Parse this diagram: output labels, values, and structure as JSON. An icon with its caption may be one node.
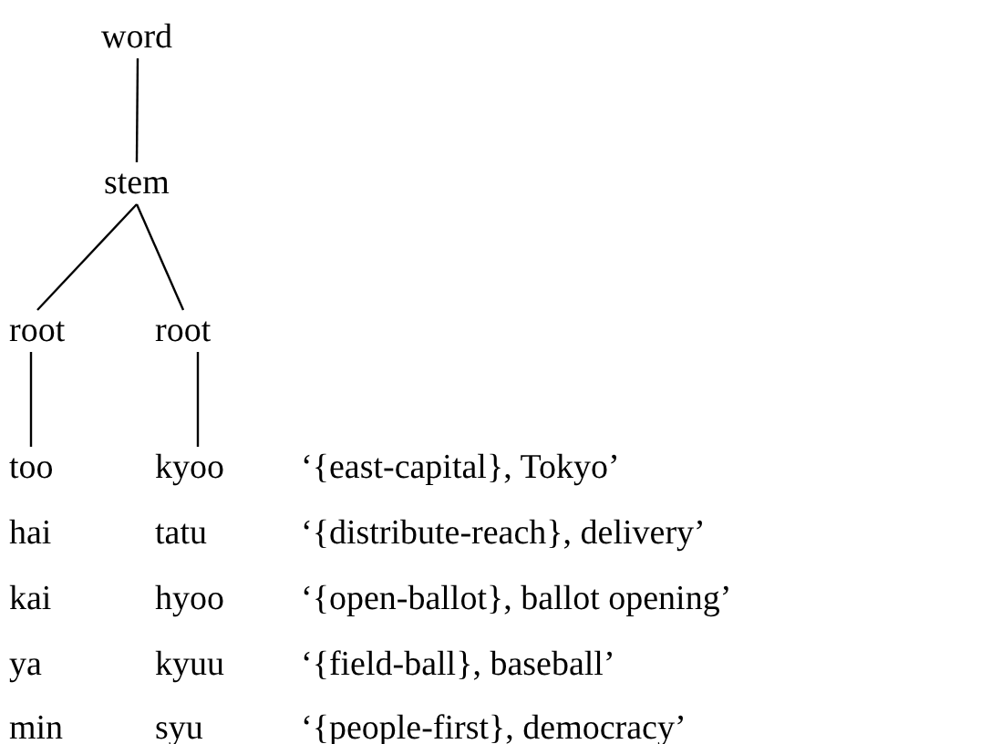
{
  "diagram": {
    "nodes": [
      {
        "text": [
          "word"
        ]
      },
      {
        "text": [
          "stem"
        ]
      },
      {
        "text": [
          "root"
        ]
      },
      {
        "text": [
          "root"
        ]
      },
      {
        "text": [
          "too"
        ]
      },
      {
        "text": [
          "kyoo"
        ]
      }
    ],
    "edges": [
      {
        "from": 0,
        "to": 1,
        "arrow": "none"
      },
      {
        "from": 1,
        "to": 2,
        "arrow": "none"
      },
      {
        "from": 1,
        "to": 3,
        "arrow": "none"
      },
      {
        "from": 2,
        "to": 4,
        "arrow": "none"
      },
      {
        "from": 3,
        "to": 5,
        "arrow": "none"
      }
    ],
    "labels": [
      "‘{east-capital}, Tokyo’",
      "hai",
      "tatu",
      "‘{distribute-reach}, delivery’",
      "kai",
      "hyoo",
      "‘{open-ballot}, ballot opening’",
      "ya",
      "kyuu",
      "‘{field-ball}, baseball’",
      "min",
      "syu",
      "‘{people-first}, democracy’"
    ]
  }
}
